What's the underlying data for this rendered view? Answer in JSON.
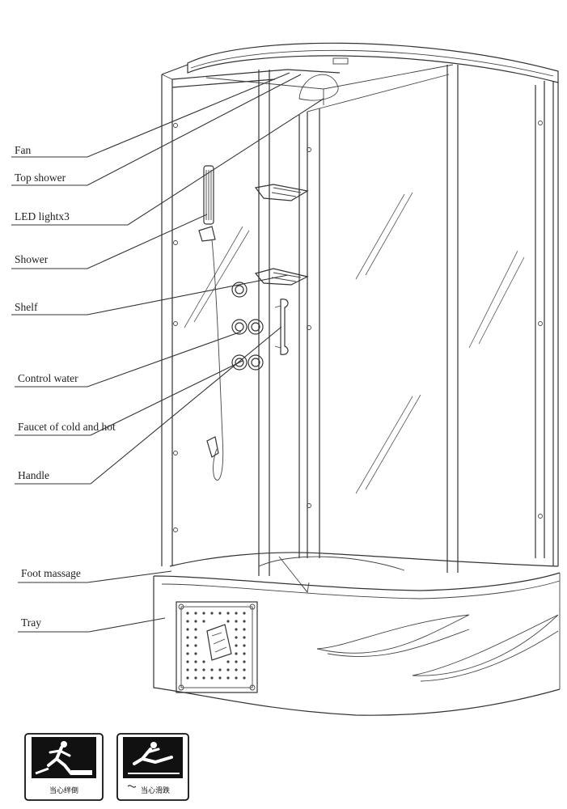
{
  "labels": {
    "fan": "Fan",
    "top_shower": "Top shower",
    "led_lights": "LED lightx3",
    "shower": "Shower",
    "shelf": "Shelf",
    "control_water": "Control water",
    "faucet": "Faucet of cold and hot",
    "handle": "Handle",
    "foot_massage": "Foot massage",
    "tray": "Tray"
  },
  "warning_signs": [
    {
      "text": "当心绊倒",
      "icon": "trip-hazard-icon"
    },
    {
      "text": "当心滑跌",
      "icon": "slip-hazard-icon"
    }
  ]
}
